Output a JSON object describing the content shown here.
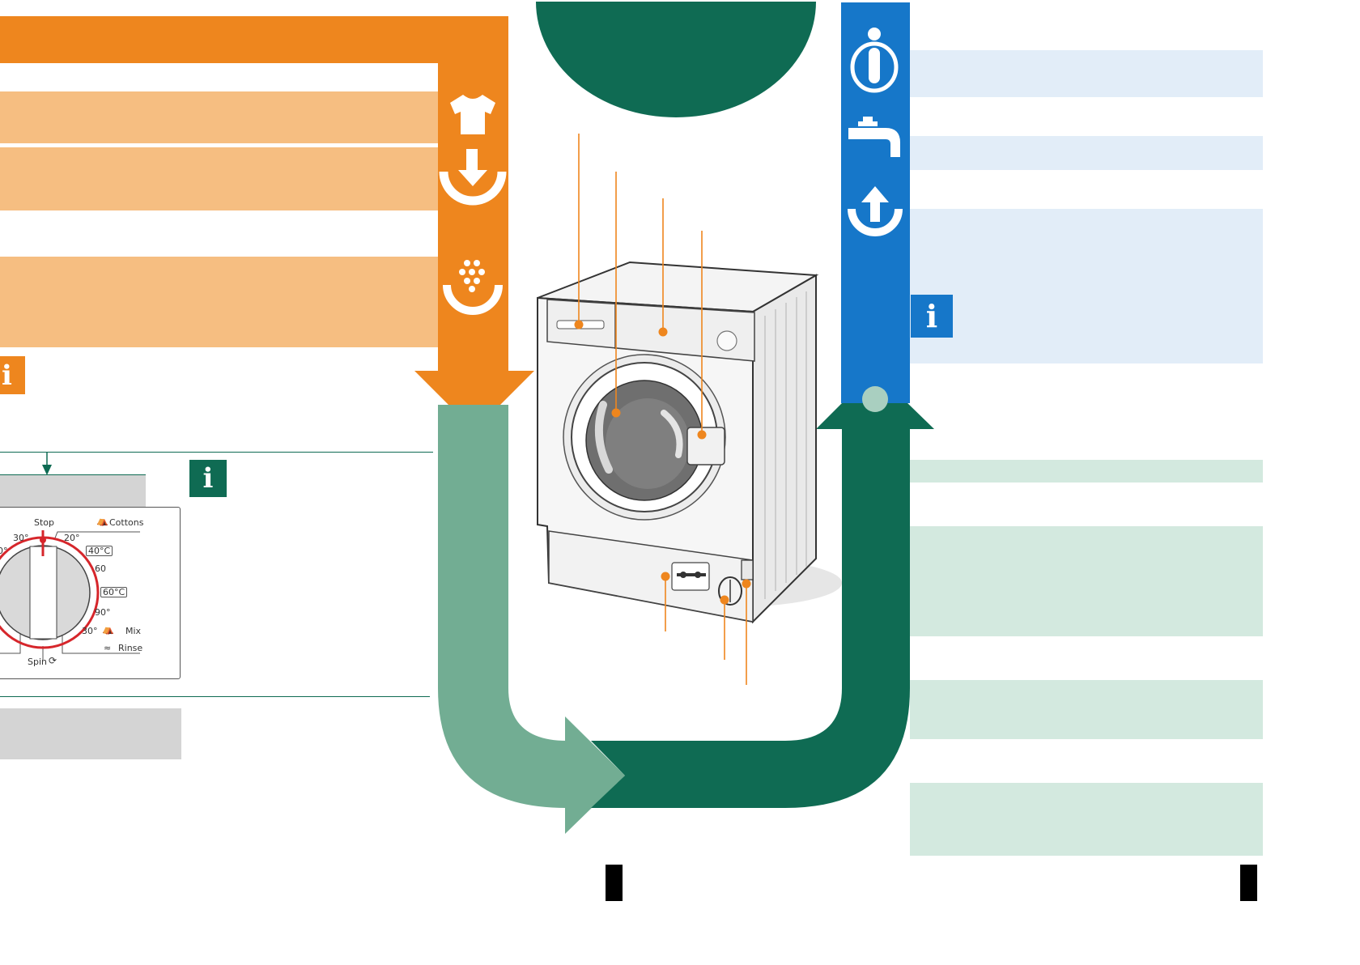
{
  "colors": {
    "orange": "#ee861e",
    "orange_light": "#f6be81",
    "blue": "#1677c9",
    "blue_light": "#e2edf8",
    "green_dark": "#0f6b53",
    "green_mid": "#72ad93",
    "green_light": "#d3e9df",
    "grey_band": "#d4d4d4",
    "dial_red": "#d6262b"
  },
  "flow_icons": {
    "orange_column": [
      "tshirt-icon",
      "load-detergent-icon",
      "detergent-dots-icon"
    ],
    "blue_column": [
      "info-circle-icon",
      "water-tap-icon",
      "unload-icon"
    ],
    "info_boxes": [
      "info-icon"
    ]
  },
  "info_glyph": "i",
  "dial": {
    "top_label": "Stop",
    "bottom_label": "Spin",
    "programme_cottons": "Cottons",
    "programme_mix": "Mix",
    "programme_rinse": "Rinse",
    "temps": {
      "t30_left": "30°",
      "t_partial": "0°",
      "t20": "20°",
      "t40c": "40°C",
      "t60": "60",
      "t60c": "60°C",
      "t90": "90°",
      "t30_mix": "30°"
    }
  }
}
